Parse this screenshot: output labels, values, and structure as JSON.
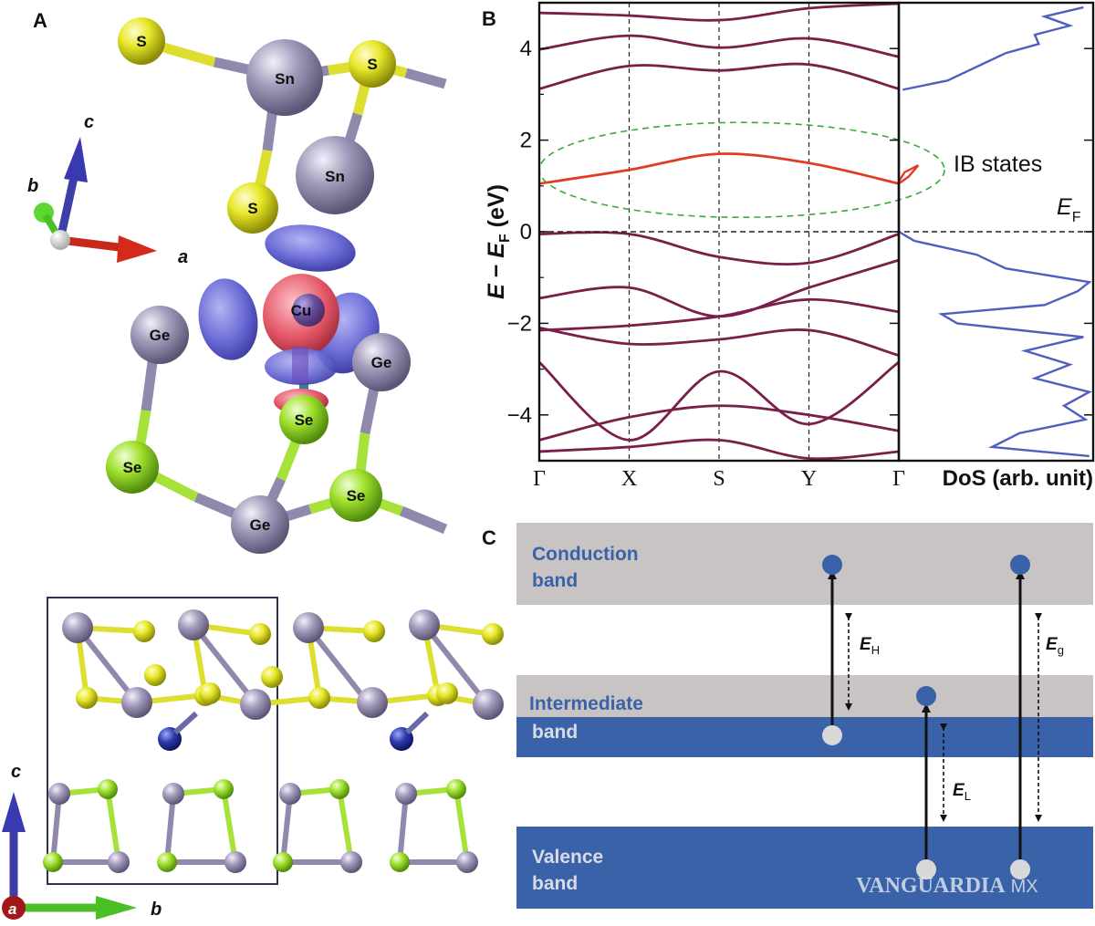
{
  "figure": {
    "panel_a": {
      "letter": "A",
      "atoms": {
        "sn1": "Sn",
        "sn2": "Sn",
        "s1": "S",
        "s2": "S",
        "s3": "S",
        "cu": "Cu",
        "ge1": "Ge",
        "ge2": "Ge",
        "ge3": "Ge",
        "se1": "Se",
        "se2": "Se",
        "se3": "Se"
      },
      "axes_top": {
        "a": "a",
        "b": "b",
        "c": "c"
      },
      "axes_bottom": {
        "a": "a",
        "b": "b",
        "c": "c"
      },
      "colors": {
        "sn": "#8e86a8",
        "s": "#e2e21c",
        "ge": "#8e86a8",
        "se": "#9ae22a",
        "cu": "#2e3a9e",
        "orbital_blue": "#6f6fd8",
        "orbital_red": "#e85a6a",
        "bond_sn": "#9189ab",
        "bond_s": "#dede30",
        "bond_se": "#a6e23a"
      }
    },
    "panel_b": {
      "letter": "B",
      "annotation": "IB states",
      "fermi_label": "E",
      "fermi_sub": "F",
      "ylabel_E": "E",
      "ylabel_sep": " − ",
      "ylabel_EF": "E",
      "ylabel_F": "F",
      "ylabel_unit": " (eV)",
      "dos_label": "DoS (arb. unit)",
      "colors": {
        "band": "#7a1f4a",
        "ib_band": "#e23a24",
        "dos": "#4f5fbf",
        "ellipse": "#3aaa3a"
      }
    },
    "panel_c": {
      "letter": "C",
      "conduction": [
        "Conduction",
        "band"
      ],
      "intermediate": [
        "Intermediate",
        "band"
      ],
      "valence": [
        "Valence",
        "band"
      ],
      "E_H": "E",
      "E_H_sub": "H",
      "E_g": "E",
      "E_g_sub": "g",
      "E_L": "E",
      "E_L_sub": "L",
      "colors": {
        "grey_band": "#c8c4c4",
        "blue_band": "#3a62a8",
        "text_blue": "#3a62a8",
        "text_light": "#d8dce6",
        "electron": "#3a62a8",
        "hole": "#d8d8d8"
      }
    },
    "watermark": "VANGUARDIA",
    "watermark_suffix": "MX"
  },
  "chart_data": {
    "type": "line",
    "title": "",
    "xlabel": "",
    "ylabel": "E − EF (eV)",
    "ylim": [
      -5,
      5
    ],
    "yticks": [
      4,
      2,
      0,
      -2,
      -4
    ],
    "x": [
      "Γ",
      "X",
      "S",
      "Y",
      "Γ"
    ],
    "grid": "dashed vertical lines at X, S, Y and horizontal dashed line at E = 0",
    "series": [
      {
        "values": [
          4.78,
          4.72,
          4.62,
          4.88,
          4.98
        ]
      },
      {
        "values": [
          3.98,
          4.28,
          4.02,
          4.22,
          3.82
        ]
      },
      {
        "values": [
          3.12,
          3.62,
          3.52,
          3.65,
          3.12
        ]
      },
      {
        "values": [
          1.05,
          1.35,
          1.7,
          1.5,
          1.05
        ]
      },
      {
        "values": [
          -0.05,
          -0.05,
          -0.55,
          -0.68,
          -0.05
        ]
      },
      {
        "values": [
          -1.45,
          -1.22,
          -1.85,
          -1.22,
          -0.62
        ]
      },
      {
        "values": [
          -2.15,
          -2.05,
          -1.85,
          -1.48,
          -1.75
        ]
      },
      {
        "values": [
          -2.1,
          -2.45,
          -2.35,
          -2.15,
          -2.7
        ]
      },
      {
        "values": [
          -2.85,
          -4.55,
          -3.05,
          -4.2,
          -2.85
        ]
      },
      {
        "values": [
          -4.55,
          -4.05,
          -3.8,
          -4.0,
          -4.35
        ]
      },
      {
        "values": [
          -4.8,
          -4.7,
          -4.55,
          -4.95,
          -4.8
        ]
      }
    ],
    "dos": {
      "energy": [
        4.9,
        4.7,
        4.5,
        4.3,
        4.1,
        3.9,
        3.7,
        3.5,
        3.3,
        3.1,
        0.0,
        -0.2,
        -0.5,
        -0.8,
        -1.1,
        -1.3,
        -1.6,
        -1.8,
        -2.0,
        -2.3,
        -2.6,
        -2.9,
        -3.2,
        -3.5,
        -3.8,
        -4.1,
        -4.4,
        -4.7,
        -4.9
      ],
      "value": [
        0.95,
        0.75,
        0.88,
        0.7,
        0.72,
        0.55,
        0.45,
        0.35,
        0.25,
        0.02,
        0.0,
        0.08,
        0.4,
        0.55,
        0.98,
        0.92,
        0.75,
        0.22,
        0.3,
        0.95,
        0.65,
        0.88,
        0.7,
        0.98,
        0.85,
        0.96,
        0.62,
        0.48,
        0.98
      ]
    }
  }
}
